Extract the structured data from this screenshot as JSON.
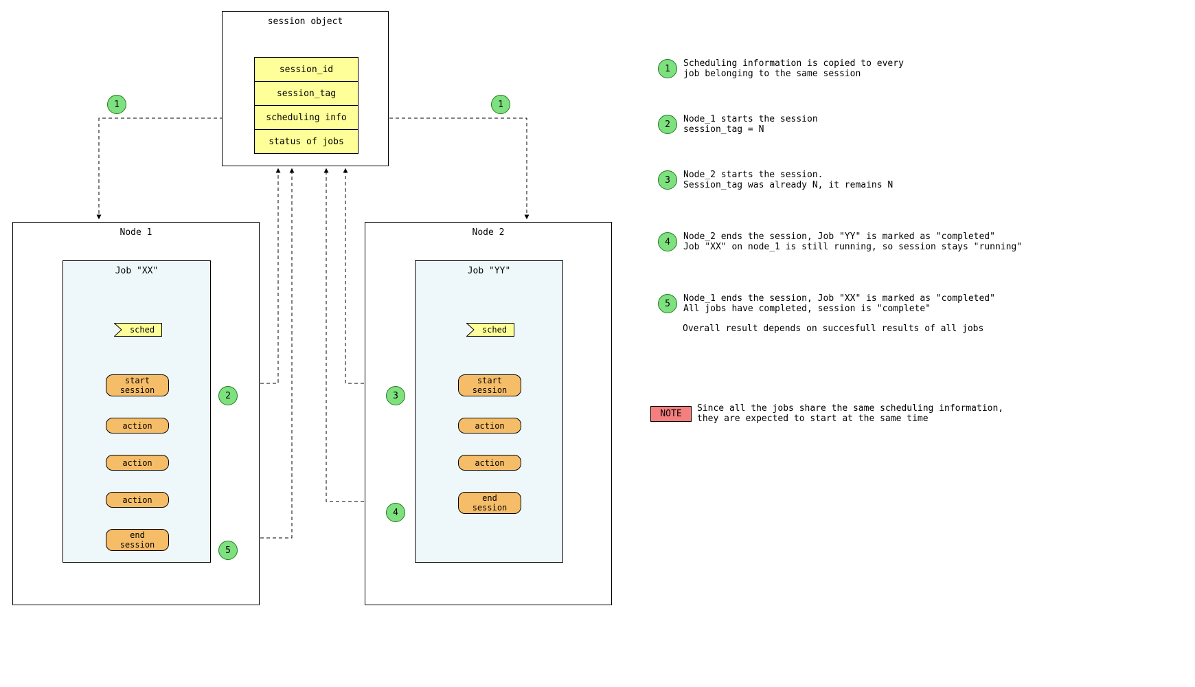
{
  "colors": {
    "field_yellow": "#ffff99",
    "step_orange": "#f6bd69",
    "marker_green": "#7ee07e",
    "note_red": "#f57e7e",
    "job_background": "#eef8fa"
  },
  "session_object": {
    "title": "session object",
    "fields": [
      "session_id",
      "session_tag",
      "scheduling info",
      "status of jobs"
    ]
  },
  "nodes": [
    {
      "title": "Node 1",
      "job_title": "Job \"XX\"",
      "sched": "sched",
      "steps": [
        "start\nsession",
        "action",
        "action",
        "action",
        "end\nsession"
      ]
    },
    {
      "title": "Node 2",
      "job_title": "Job \"YY\"",
      "sched": "sched",
      "steps": [
        "start\nsession",
        "action",
        "action",
        "end\nsession"
      ]
    }
  ],
  "markers": {
    "left_one": "1",
    "right_one": "1",
    "m2": "2",
    "m3": "3",
    "m4": "4",
    "m5": "5"
  },
  "annotations": [
    {
      "num": "1",
      "text": "Scheduling information is copied to every\njob belonging to the same session"
    },
    {
      "num": "2",
      "text": "Node_1 starts the session\nsession_tag = N"
    },
    {
      "num": "3",
      "text": "Node_2 starts the session.\nSession_tag was already N, it remains N"
    },
    {
      "num": "4",
      "text": "Node_2 ends the session, Job \"YY\" is marked as \"completed\"\nJob \"XX\" on node_1 is still running, so session stays \"running\""
    },
    {
      "num": "5",
      "text": "Node_1 ends the session, Job \"XX\" is marked as \"completed\"\nAll jobs have completed, session is \"complete\""
    }
  ],
  "footnote": "Overall result depends on succesfull results of all jobs",
  "note": {
    "label": "NOTE",
    "text": "Since all the jobs share the same scheduling information,\nthey are expected to start at the same time"
  }
}
